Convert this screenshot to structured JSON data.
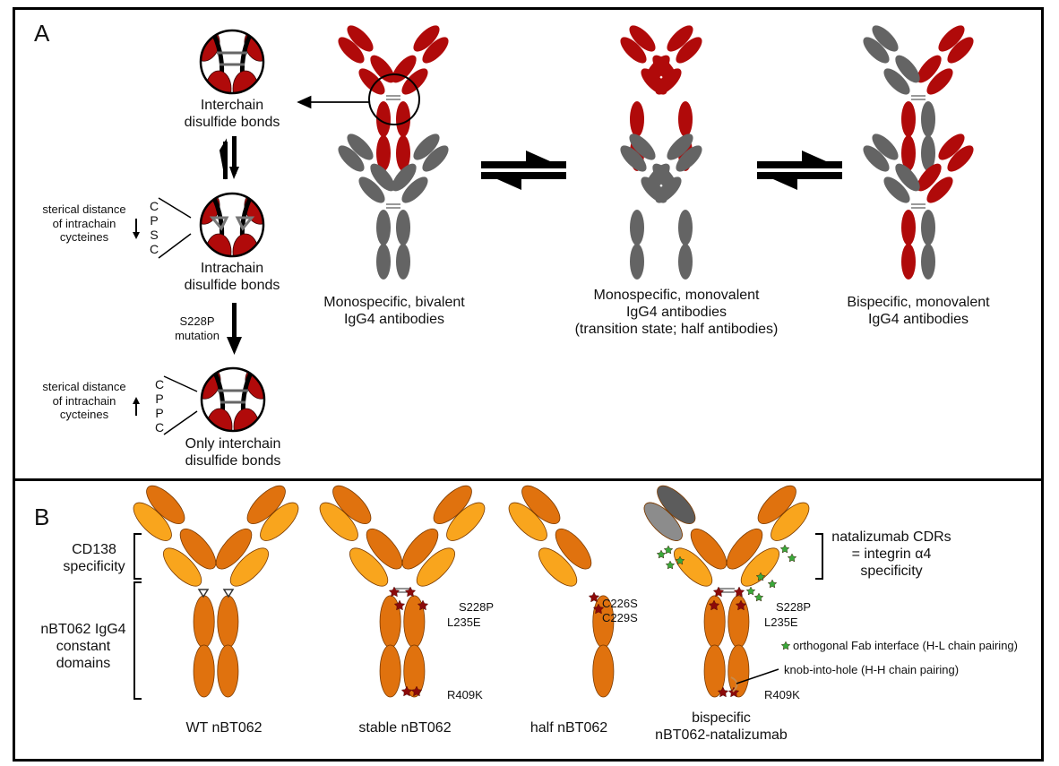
{
  "colors": {
    "red": "#b00a0a",
    "gray": "#646464",
    "orange_dark": "#e0720e",
    "orange_light": "#f9a51d",
    "natalizumab_dark": "#5c5c5c",
    "natalizumab_light": "#8c8c8c",
    "mutation_star": "#8b0a0a",
    "fab_interface_star": "#3aa83a"
  },
  "panel_a": {
    "label": "A",
    "insets": [
      {
        "caption_line1": "Interchain",
        "caption_line2": "disulfide bonds",
        "bond_type": "interchain"
      },
      {
        "caption_line1": "Intrachain",
        "caption_line2": "disulfide bonds",
        "bond_type": "intrachain",
        "sequence": [
          "C",
          "P",
          "S",
          "C"
        ],
        "note_line1": "sterical distance",
        "note_line2": "of intrachain",
        "note_line3": "cycteines",
        "note_arrow": "down"
      },
      {
        "caption_line1": "Only interchain",
        "caption_line2": "disulfide bonds",
        "bond_type": "interchain",
        "sequence": [
          "C",
          "P",
          "P",
          "C"
        ],
        "note_line1": "sterical distance",
        "note_line2": "of intrachain",
        "note_line3": "cycteines",
        "note_arrow": "up"
      }
    ],
    "mutation_arrow": {
      "line1": "S228P",
      "line2": "mutation"
    },
    "species": [
      {
        "caption_line1": "Monospecific, bivalent",
        "caption_line2": "IgG4 antibodies",
        "caption_line3": ""
      },
      {
        "caption_line1": "Monospecific, monovalent",
        "caption_line2": "IgG4 antibodies",
        "caption_line3": "(transition state; half antibodies)"
      },
      {
        "caption_line1": "Bispecific, monovalent",
        "caption_line2": "IgG4 antibodies",
        "caption_line3": ""
      }
    ]
  },
  "panel_b": {
    "label": "B",
    "bracket_labels": {
      "cd138_line1": "CD138",
      "cd138_line2": "specificity",
      "constant_line1": "nBT062 IgG4",
      "constant_line2": "constant",
      "constant_line3": "domains"
    },
    "constructs": [
      {
        "name": "WT nBT062",
        "mutations": []
      },
      {
        "name": "stable nBT062",
        "mutations": [
          "S228P",
          "L235E",
          "R409K"
        ]
      },
      {
        "name": "half nBT062",
        "mutations": [
          "C226S",
          "C229S"
        ]
      },
      {
        "name_line1": "bispecific",
        "name_line2": "nBT062-natalizumab",
        "mutations": [
          "S228P",
          "L235E",
          "R409K"
        ]
      }
    ],
    "natalizumab_label": {
      "line1": "natalizumab CDRs",
      "line2": "= integrin α4",
      "line3": "specificity"
    },
    "legend": {
      "fab_interface": "orthogonal Fab interface (H-L chain pairing)",
      "knob_into_hole": "knob-into-hole (H-H chain pairing)"
    }
  }
}
